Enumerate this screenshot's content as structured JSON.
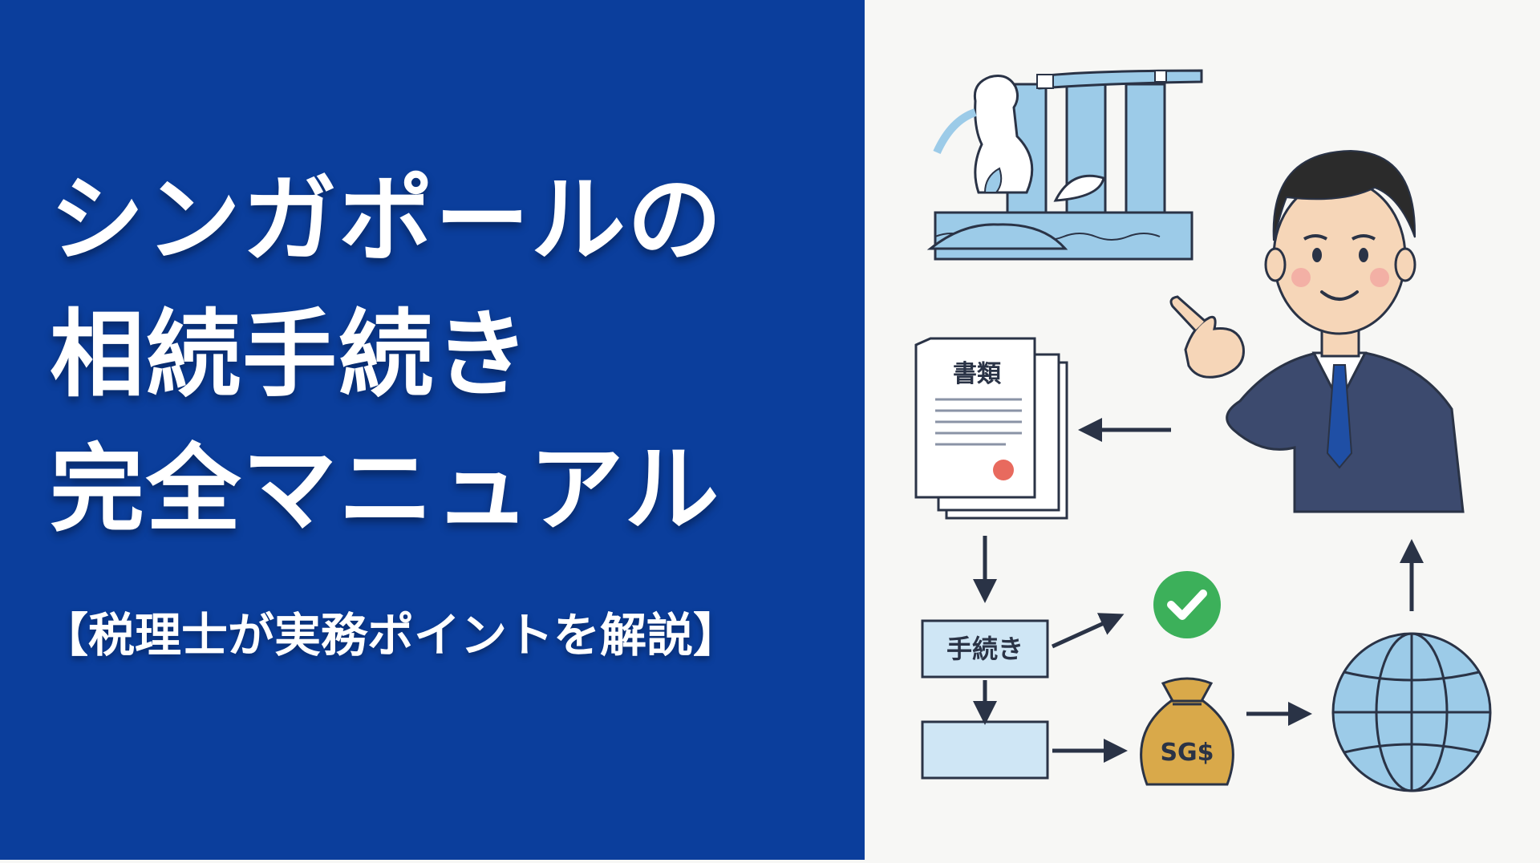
{
  "title_lines": [
    "シンガポールの",
    "相続手続き",
    "完全マニュアル"
  ],
  "subtitle": "【税理士が実務ポイントを解説】",
  "illustration": {
    "documents_label": "書類",
    "procedure_label": "手続き",
    "currency_label": "SG$"
  },
  "colors": {
    "left_background": "#0b3e9c",
    "title_text": "#ffffff",
    "right_background": "#f7f7f5",
    "accent_blue": "#9ccbe8",
    "check_green": "#3cb05a",
    "money_bag": "#d9a94a"
  }
}
